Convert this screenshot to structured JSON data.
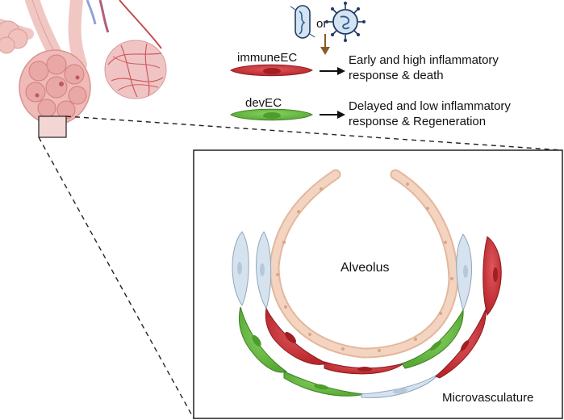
{
  "trigger": {
    "connector": "or",
    "bacterium_icon": "bacterium-icon",
    "virus_icon": "virus-icon"
  },
  "legend": {
    "immune": {
      "name": "immuneEC",
      "outcome_line1": "Early and high inflammatory",
      "outcome_line2": "response & death"
    },
    "dev": {
      "name": "devEC",
      "outcome_line1": "Delayed and low inflammatory",
      "outcome_line2": "response & Regeneration"
    }
  },
  "inset": {
    "alveolus_label": "Alveolus",
    "microvasculature_label": "Microvasculature"
  },
  "colors": {
    "immuneEC": "#c9363b",
    "devEC": "#6cbf45",
    "quiescentEC": "#cfdde9",
    "epithelium": "#f1cdb4",
    "lung_tissue": "#f2c4c2",
    "arrow_brown": "#8a5a2b"
  }
}
